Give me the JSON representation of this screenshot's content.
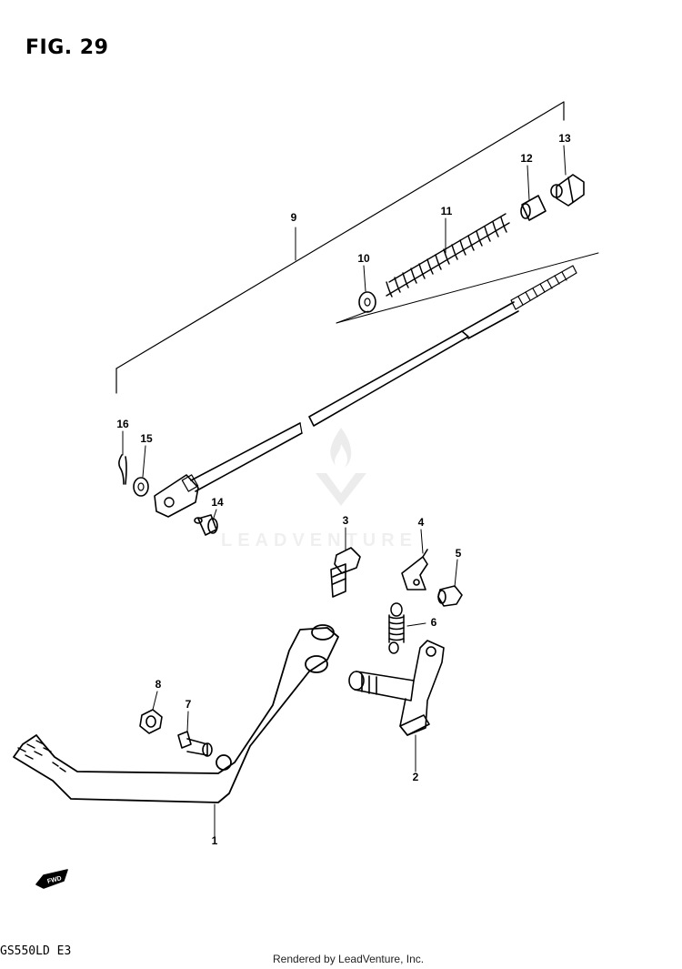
{
  "figure": {
    "title": "FIG. 29"
  },
  "model": "GS550LD E3",
  "credit": "Rendered by LeadVenture, Inc.",
  "watermark": {
    "text": "LEADVENTURE"
  },
  "fwd_marker": {
    "text": "FWD"
  },
  "callouts": [
    {
      "id": "1",
      "label": "1"
    },
    {
      "id": "2",
      "label": "2"
    },
    {
      "id": "3",
      "label": "3"
    },
    {
      "id": "4",
      "label": "4"
    },
    {
      "id": "5",
      "label": "5"
    },
    {
      "id": "6",
      "label": "6"
    },
    {
      "id": "7",
      "label": "7"
    },
    {
      "id": "8",
      "label": "8"
    },
    {
      "id": "9",
      "label": "9"
    },
    {
      "id": "10",
      "label": "10"
    },
    {
      "id": "11",
      "label": "11"
    },
    {
      "id": "12",
      "label": "12"
    },
    {
      "id": "13",
      "label": "13"
    },
    {
      "id": "14",
      "label": "14"
    },
    {
      "id": "15",
      "label": "15"
    },
    {
      "id": "16",
      "label": "16"
    }
  ]
}
